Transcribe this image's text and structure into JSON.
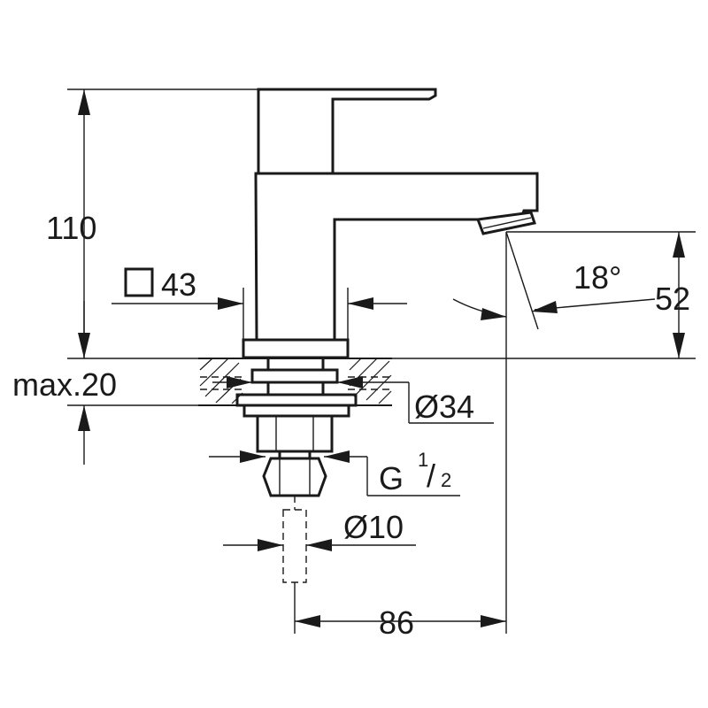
{
  "dimensions": {
    "height_total": "110",
    "square_size_symbol": "□",
    "square_size_value": "43",
    "max_thickness": "max.20",
    "diameter_34": "Ø34",
    "thread_main": "G",
    "thread_num": "1",
    "thread_den": "2",
    "diameter_10": "Ø10",
    "projection": "86",
    "spout_height": "52",
    "spout_angle": "18°"
  }
}
